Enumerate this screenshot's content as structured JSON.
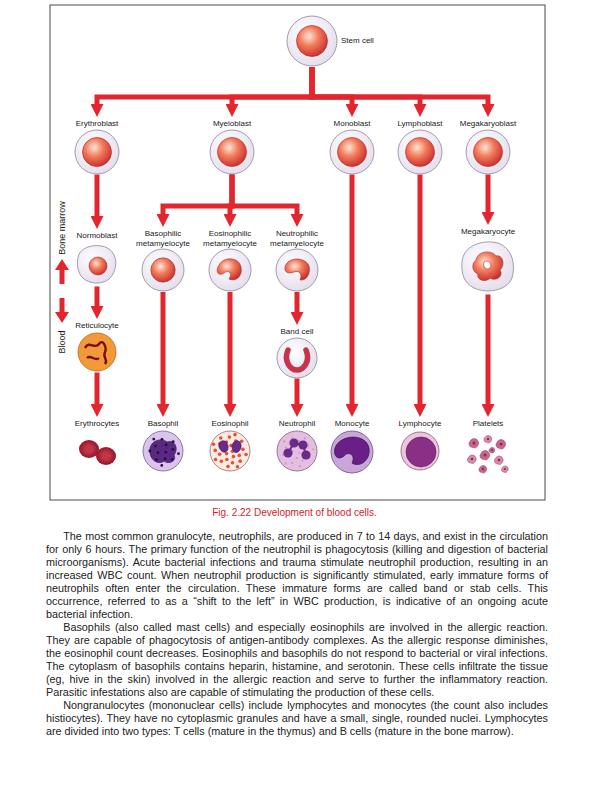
{
  "diagram": {
    "caption": "Fig. 2.22 Development of blood cells.",
    "nodes": [
      {
        "text": [
          "Stem cell"
        ]
      },
      {
        "text": [
          "Erythroblast"
        ]
      },
      {
        "text": [
          "Myeloblast"
        ]
      },
      {
        "text": [
          "Monoblast"
        ]
      },
      {
        "text": [
          "Lymphoblast"
        ]
      },
      {
        "text": [
          "Megakaryoblast"
        ]
      },
      {
        "text": [
          "Normoblast"
        ]
      },
      {
        "text": [
          "Basophilic metamyelocyte"
        ]
      },
      {
        "text": [
          "Eosinophilic metamyelocyte"
        ]
      },
      {
        "text": [
          "Neutrophilic metamyelocyte"
        ]
      },
      {
        "text": [
          "Megakaryocyte"
        ]
      },
      {
        "text": [
          "Reticulocyte"
        ]
      },
      {
        "text": [
          "Band cell"
        ]
      },
      {
        "text": [
          "Erythrocytes"
        ]
      },
      {
        "text": [
          "Basophil"
        ]
      },
      {
        "text": [
          "Eosinophil"
        ]
      },
      {
        "text": [
          "Neutrophil"
        ]
      },
      {
        "text": [
          "Monocyte"
        ]
      },
      {
        "text": [
          "Lymphocyte"
        ]
      },
      {
        "text": [
          "Platelets"
        ]
      }
    ],
    "edges": [
      {
        "from": 0,
        "to": 1,
        "arrow": "to"
      },
      {
        "from": 0,
        "to": 2,
        "arrow": "to"
      },
      {
        "from": 0,
        "to": 3,
        "arrow": "to"
      },
      {
        "from": 0,
        "to": 4,
        "arrow": "to"
      },
      {
        "from": 0,
        "to": 5,
        "arrow": "to"
      },
      {
        "from": 1,
        "to": 6,
        "arrow": "to"
      },
      {
        "from": 6,
        "to": 11,
        "arrow": "to"
      },
      {
        "from": 11,
        "to": 13,
        "arrow": "to"
      },
      {
        "from": 2,
        "to": 7,
        "arrow": "to"
      },
      {
        "from": 2,
        "to": 8,
        "arrow": "to"
      },
      {
        "from": 2,
        "to": 9,
        "arrow": "to"
      },
      {
        "from": 7,
        "to": 14,
        "arrow": "to"
      },
      {
        "from": 8,
        "to": 15,
        "arrow": "to"
      },
      {
        "from": 9,
        "to": 12,
        "arrow": "to"
      },
      {
        "from": 12,
        "to": 16,
        "arrow": "to"
      },
      {
        "from": 3,
        "to": 17,
        "arrow": "to"
      },
      {
        "from": 4,
        "to": 18,
        "arrow": "to"
      },
      {
        "from": 5,
        "to": 10,
        "arrow": "to"
      },
      {
        "from": 10,
        "to": 19,
        "arrow": "to"
      }
    ],
    "labels": [
      "Bone marrow",
      "Blood",
      "The most common granulocyte, neutrophils, are produced in 7 to 14 days, and exist in the circulation for only 6 hours. The primary function of the neutrophil is phagocytosis (killing and digestion of bacterial microorganisms). Acute bacterial infections and trauma stimulate neutrophil production, resulting in an increased WBC count. When neutrophil production is significantly stimulated, early immature forms of neutrophils often enter the circulation. These immature forms are called band or stab cells. This occurrence, referred to as a “shift to the left” in WBC production, is indicative of an ongoing acute bacterial infection.",
      "Basophils (also called mast cells) and especially eosinophils are involved in the allergic reaction. They are capable of phagocytosis of antigen-antibody complexes. As the allergic response diminishes, the eosinophil count decreases. Eosinophils and basophils do not respond to bacterial or viral infections. The cytoplasm of basophils contains heparin, histamine, and serotonin. These cells infiltrate the tissue (eg, hive in the skin) involved in the allergic reaction and serve to further the inflammatory reaction. Parasitic infestations also are capable of stimulating the production of these cells.",
      "Nongranulocytes (mononuclear cells) include lymphocytes and monocytes (the count also includes histiocytes). They have no cytoplasmic granules and have a small, single, rounded nuclei. Lymphocytes are divided into two types: T cells (mature in the thymus) and B cells (mature in the bone marrow)."
    ]
  }
}
